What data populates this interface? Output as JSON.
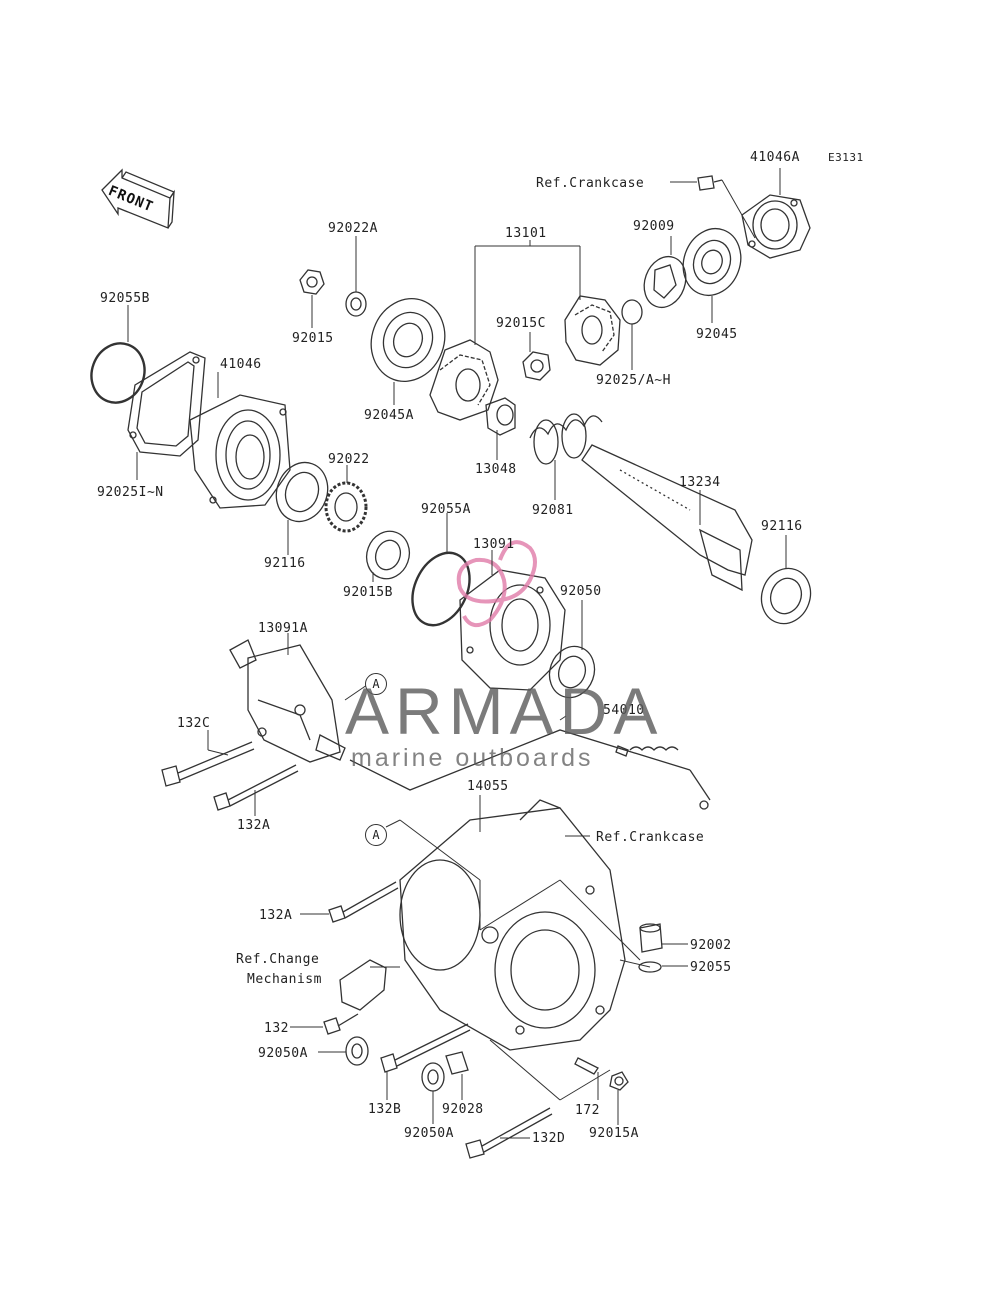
{
  "diagram_code": "E3131",
  "direction_label": "FRONT",
  "callout_marker": "A",
  "watermark": {
    "name": "ARMADA",
    "tagline": "marine outboards",
    "accent": "#e07aa8"
  },
  "labels": {
    "ref_crankcase_top": "Ref.Crankcase",
    "p41046A": "41046A",
    "p13101": "13101",
    "p92009": "92009",
    "p92022A": "92022A",
    "p92055B": "92055B",
    "p92015": "92015",
    "p92015C": "92015C",
    "p41046": "41046",
    "p92045": "92045",
    "p92045A": "92045A",
    "p92025AH": "92025/A~H",
    "p92022": "92022",
    "p13048": "13048",
    "p92081": "92081",
    "p13234": "13234",
    "p92025IN": "92025I~N",
    "p92055A": "92055A",
    "p13091": "13091",
    "p92116_left": "92116",
    "p92116_right": "92116",
    "p92015B": "92015B",
    "p92050": "92050",
    "p13091A": "13091A",
    "p54010": "54010",
    "p132C": "132C",
    "p132A_upper": "132A",
    "p14055": "14055",
    "ref_crankcase_mid": "Ref.Crankcase",
    "p132A_lower": "132A",
    "p92002": "92002",
    "ref_change": "Ref.Change",
    "mechanism": "Mechanism",
    "p92055": "92055",
    "p132": "132",
    "p92050A_left": "92050A",
    "p132B": "132B",
    "p92028": "92028",
    "p172": "172",
    "p92050A_bottom": "92050A",
    "p132D": "132D",
    "p92015A": "92015A"
  }
}
